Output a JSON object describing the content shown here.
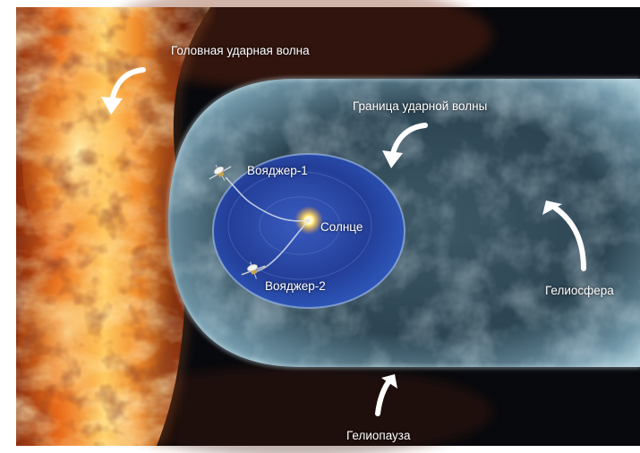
{
  "labels": {
    "bow_shock": "Головная ударная волна",
    "termination_shock": "Граница ударной волны",
    "voyager1": "Вояджер-1",
    "voyager2": "Вояджер-2",
    "sun": "Солнце",
    "heliosphere": "Гелиосфера",
    "heliopause": "Гелиопауза"
  },
  "icons": {
    "arrow": "curved-arrow",
    "probe": "spacecraft"
  },
  "colors": {
    "space": "#050608",
    "plasma_orange": "#f07a1e",
    "plasma_yellow": "#ffe27a",
    "heliosheath": "#8fb7c7",
    "termination_blue": "#2c49a6",
    "sun": "#ffd24a",
    "label": "#ffffff"
  }
}
